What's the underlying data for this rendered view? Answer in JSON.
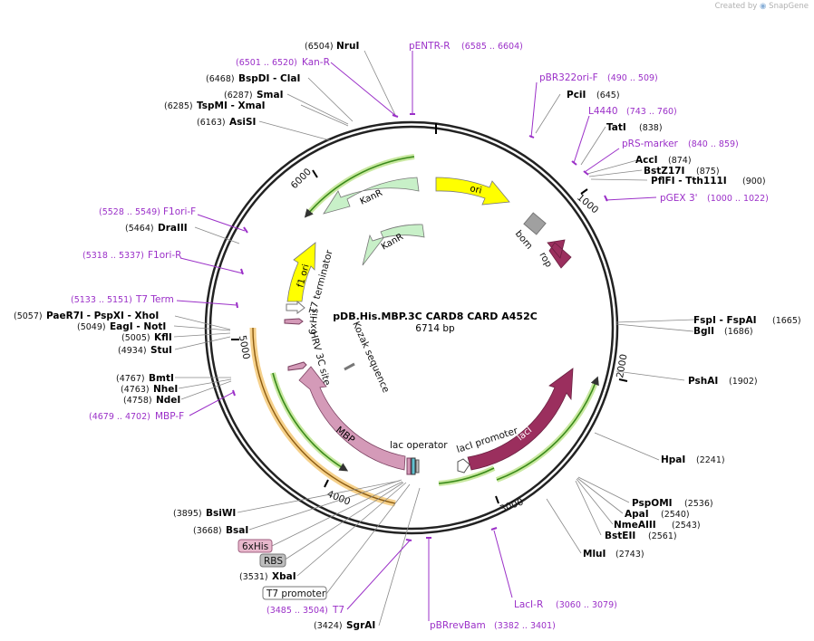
{
  "credit": {
    "created_by": "Created by",
    "brand": "SnapGene"
  },
  "map": {
    "title": "pDB.His.MBP.3C CARD8 CARD A452C",
    "length": "6714 bp",
    "ticks": [
      "1000",
      "2000",
      "3000",
      "4000",
      "5000",
      "6000"
    ]
  },
  "right_enzymes": [
    {
      "pos": "(6504)",
      "name": "NruI"
    },
    {
      "pos": "(645)",
      "name": "PciI"
    },
    {
      "pos": "(838)",
      "name": "TatI"
    },
    {
      "pos": "(874)",
      "name": "AccI"
    },
    {
      "pos": "(875)",
      "name": "BstZ17I"
    },
    {
      "pos": "(900)",
      "name": "PflFI - Tth111I"
    },
    {
      "pos": "(1665)",
      "name": "FspI - FspAI"
    },
    {
      "pos": "(1686)",
      "name": "BglI"
    },
    {
      "pos": "(1902)",
      "name": "PshAI"
    },
    {
      "pos": "(2241)",
      "name": "HpaI"
    },
    {
      "pos": "(2536)",
      "name": "PspOMI"
    },
    {
      "pos": "(2540)",
      "name": "ApaI"
    },
    {
      "pos": "(2543)",
      "name": "NmeAIII"
    },
    {
      "pos": "(2561)",
      "name": "BstEII"
    },
    {
      "pos": "(2743)",
      "name": "MluI"
    }
  ],
  "left_enzymes": [
    {
      "pos": "(6468)",
      "name": "BspDI - ClaI"
    },
    {
      "pos": "(6287)",
      "name": "SmaI"
    },
    {
      "pos": "(6285)",
      "name": "TspMI - XmaI"
    },
    {
      "pos": "(6163)",
      "name": "AsiSI"
    },
    {
      "pos": "(5464)",
      "name": "DraIII"
    },
    {
      "pos": "(5057)",
      "name": "PaeR7I - PspXI - XhoI"
    },
    {
      "pos": "(5049)",
      "name": "EagI - NotI"
    },
    {
      "pos": "(5005)",
      "name": "KflI"
    },
    {
      "pos": "(4934)",
      "name": "StuI"
    },
    {
      "pos": "(4767)",
      "name": "BmtI"
    },
    {
      "pos": "(4763)",
      "name": "NheI"
    },
    {
      "pos": "(4758)",
      "name": "NdeI"
    },
    {
      "pos": "(3895)",
      "name": "BsiWI"
    },
    {
      "pos": "(3668)",
      "name": "BsaI"
    },
    {
      "pos": "(3531)",
      "name": "XbaI"
    },
    {
      "pos": "(3424)",
      "name": "SgrAI"
    }
  ],
  "primers": [
    {
      "name": "Kan-R",
      "range": "(6501 .. 6520)"
    },
    {
      "name": "pENTR-R",
      "range": "(6585 .. 6604)"
    },
    {
      "name": "pBR322ori-F",
      "range": "(490 .. 509)"
    },
    {
      "name": "L4440",
      "range": "(743 .. 760)"
    },
    {
      "name": "pRS-marker",
      "range": "(840 .. 859)"
    },
    {
      "name": "pGEX 3'",
      "range": "(1000 .. 1022)"
    },
    {
      "name": "F1ori-F",
      "range": "(5528 .. 5549)"
    },
    {
      "name": "F1ori-R",
      "range": "(5318 .. 5337)"
    },
    {
      "name": "T7 Term",
      "range": "(5133 .. 5151)"
    },
    {
      "name": "MBP-F",
      "range": "(4679 .. 4702)"
    },
    {
      "name": "T7",
      "range": "(3485 .. 3504)"
    },
    {
      "name": "pBRrevBam",
      "range": "(3382 .. 3401)"
    },
    {
      "name": "LacI-R",
      "range": "(3060 .. 3079)"
    }
  ],
  "boxed_features": [
    "6xHis",
    "RBS",
    "T7 promoter"
  ],
  "features": {
    "ori": "ori",
    "bom": "bom",
    "rop": "rop",
    "kanr1": "KanR",
    "kanr2": "KanR",
    "f1ori": "f1 ori",
    "t7term": "T7 terminator",
    "his": "6xHis",
    "kozak": "Kozak sequence",
    "hrv": "HRV 3C site",
    "mbp": "MBP",
    "lacop": "lac operator",
    "lacprom": "lacI promoter",
    "laci": "lacI"
  },
  "colors": {
    "backbone": "#222222",
    "ori": "#ffff00",
    "rop": "#9b2f5e",
    "bom": "#a0a0a0",
    "kanr": "#c8f0c8",
    "laci": "#9b2f5e",
    "mbp": "#d49ab8",
    "primer": "#9b30c8",
    "green_outline": "#3a8a1a",
    "orange_outline": "#e8a040"
  }
}
